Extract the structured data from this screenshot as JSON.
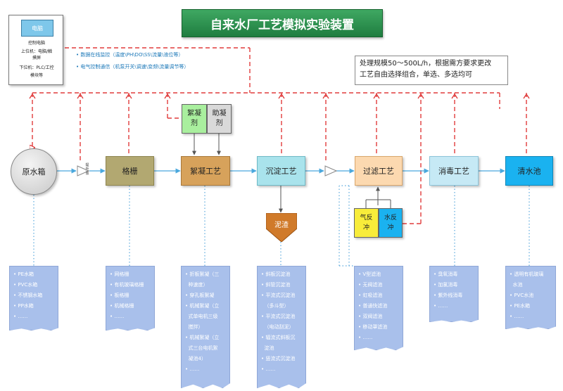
{
  "title": "自来水厂工艺模拟实验装置",
  "control_box": {
    "computer_label": "电脑",
    "lines": [
      "控制电脑",
      "上位机：电脑/触",
      "摸屏",
      "下位机：PLC/工控",
      "模块等"
    ]
  },
  "notes": [
    "数据在线监控（温度\\PH\\DO\\SS\\流量\\液位等）",
    "电气控制通信（机泵开关\\调速\\变频\\流量调节等）"
  ],
  "scale_note": [
    "处理规模50～500L/h，根据需方要求更改",
    "工艺自由选择组合，单选、多选均可"
  ],
  "units": {
    "raw_tank": "原水箱",
    "screen": "格栅",
    "coagulation": "絮凝工艺",
    "sedimentation": "沉淀工艺",
    "filtration": "过滤工艺",
    "disinfection": "消毒工艺",
    "clear_tank": "清水池",
    "sludge": "泥渣",
    "flocculant": "絮凝剂",
    "coagulant_aid": "助凝剂",
    "air_backwash": "气反冲",
    "water_backwash": "水反冲",
    "pump": "提升泵"
  },
  "lists": {
    "raw_tank": [
      "PE水箱",
      "PVC水箱",
      "不锈钢水箱",
      "PP水箱",
      "……"
    ],
    "screen": [
      "网格栅",
      "有机玻璃格栅",
      "板格栅",
      "机械格栅",
      "……"
    ],
    "coagulation": [
      "折板絮凝（三",
      "种速度）",
      "穿孔板絮凝",
      "机械絮凝（立",
      "式单电机三级",
      "搅拌）",
      "机械絮凝（立",
      "式三台电机絮",
      "凝池4）",
      "……"
    ],
    "sedimentation": [
      "斜板沉淀池",
      "斜管沉淀池",
      "平流式沉淀池",
      "（多斗型）",
      "平流式沉淀池",
      "（电动刮泥）",
      "辐流式斜板沉",
      "淀池",
      "竖流式沉淀池",
      "……"
    ],
    "filtration": [
      "V型滤池",
      "无阀滤池",
      "虹吸滤池",
      "普通快滤池",
      "双阀滤池",
      "移动罩滤池",
      "……"
    ],
    "disinfection": [
      "臭氧消毒",
      "加氯消毒",
      "紫外线消毒",
      "……"
    ],
    "clear_tank": [
      "透明有机玻璃",
      "水池",
      "PVC水池",
      "PE水箱",
      "……"
    ]
  },
  "colors": {
    "title_bg": "#2e9450",
    "dashed_control": "#e03c3c",
    "main_flow": "#4aa8dd",
    "list_bg": "#a9c0eb",
    "screen": "#b2a871",
    "coagulation": "#d7a25b",
    "sedimentation": "#a9e3ec",
    "filtration": "#fcd9b0",
    "disinfection": "#c6e9f5",
    "clear_tank": "#1ab2f0",
    "sludge": "#d07a2a",
    "air_backwash": "#f8ec3a",
    "water_backwash": "#1ab2f0"
  }
}
